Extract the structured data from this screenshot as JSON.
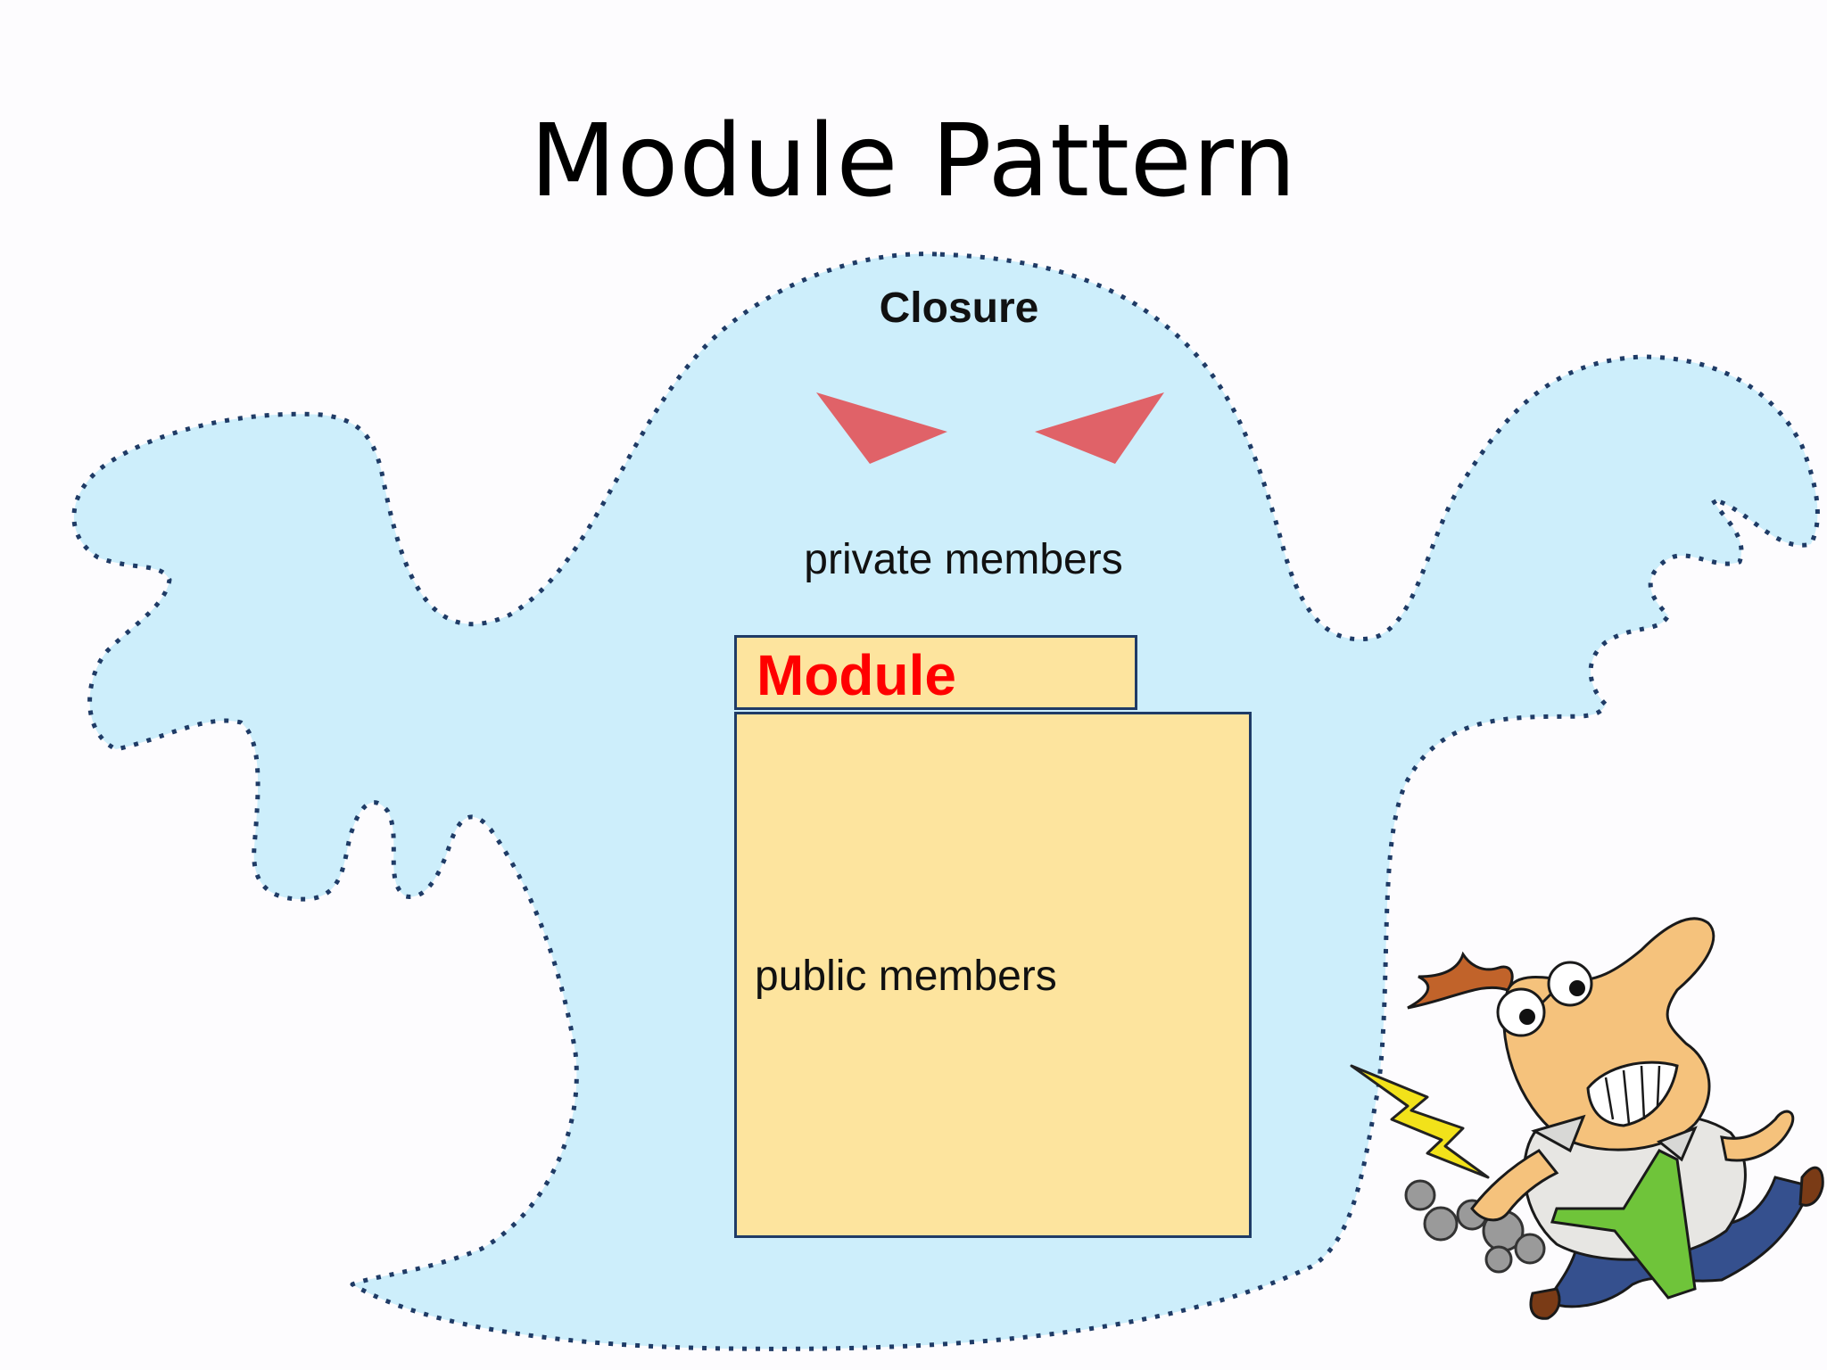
{
  "slide": {
    "title": "Module Pattern",
    "closure_label": "Closure",
    "private_label": "private members",
    "module": {
      "title": "Module",
      "public_label": "public members"
    }
  },
  "colors": {
    "ghost_fill": "#cdeefb",
    "ghost_outline": "#1f3b66",
    "eyes": "#e06268",
    "module_fill": "#fde49e",
    "module_border": "#1f3b66",
    "module_title": "#ff0000"
  },
  "illustrations": [
    "ghost-closure-shape",
    "angry-running-man-cartoon"
  ]
}
